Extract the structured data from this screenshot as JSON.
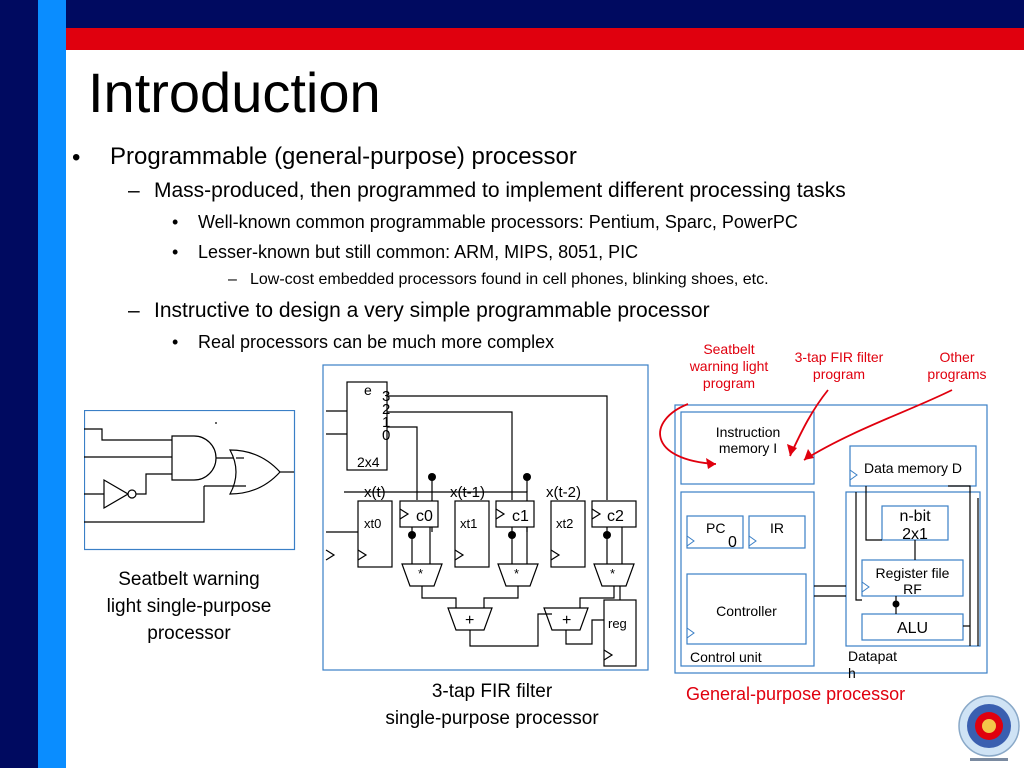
{
  "slide": {
    "title": "Introduction",
    "bullets": {
      "b1": "Programmable (general-purpose) processor",
      "b1_1": "Mass-produced, then programmed to implement different processing tasks",
      "b1_1_1": "Well-known common programmable processors: Pentium, Sparc, PowerPC",
      "b1_1_2": "Lesser-known but still common: ARM, MIPS, 8051, PIC",
      "b1_1_2_1": "Low-cost embedded processors found in cell phones, blinking shoes, etc.",
      "b1_2": "Instructive to design a very simple programmable processor",
      "b1_2_1": "Real processors can be much more complex"
    },
    "markers": {
      "dot": "•",
      "dash": "–"
    }
  },
  "seatbelt": {
    "caption_line1": "Seatbelt warning",
    "caption_line2": "light single-purpose",
    "caption_line3": "processor"
  },
  "fir": {
    "decoder_e": "e",
    "decoder_outputs": [
      "3",
      "2",
      "1",
      "0"
    ],
    "decoder_label": "2x4",
    "input_labels": [
      "x(t)",
      "x(t-1)",
      "x(t-2)"
    ],
    "xt_regs": [
      "xt0",
      "xt1",
      "xt2"
    ],
    "coef_regs": [
      "c0",
      "c1",
      "c2"
    ],
    "mult_symbol": "*",
    "add_symbol": "+",
    "reg_label": "reg",
    "caption_line1": "3-tap FIR filter",
    "caption_line2": "single-purpose processor"
  },
  "gpp": {
    "annot_seatbelt": [
      "Seatbelt",
      "warning light",
      "program"
    ],
    "annot_fir": [
      "3-tap FIR filter",
      "program"
    ],
    "annot_other": [
      "Other",
      "programs"
    ],
    "instr_mem": [
      "Instruction",
      "memory  I"
    ],
    "data_mem": "Data memory D",
    "pc": "PC",
    "pc_sub": "0",
    "ir": "IR",
    "controller": "Controller",
    "control_unit": "Control unit",
    "nbit": "n-bit",
    "mux": "2x1",
    "regfile": [
      "Register file",
      "RF"
    ],
    "alu": "ALU",
    "datapath": [
      "Datapat",
      "h"
    ],
    "caption": "General-purpose processor"
  },
  "colors": {
    "navy": "#000a60",
    "blue": "#0a8dff",
    "red": "#e0000e",
    "frame_blue": "#3a7fc6"
  },
  "icons": {
    "logo": "university-seal-icon"
  }
}
